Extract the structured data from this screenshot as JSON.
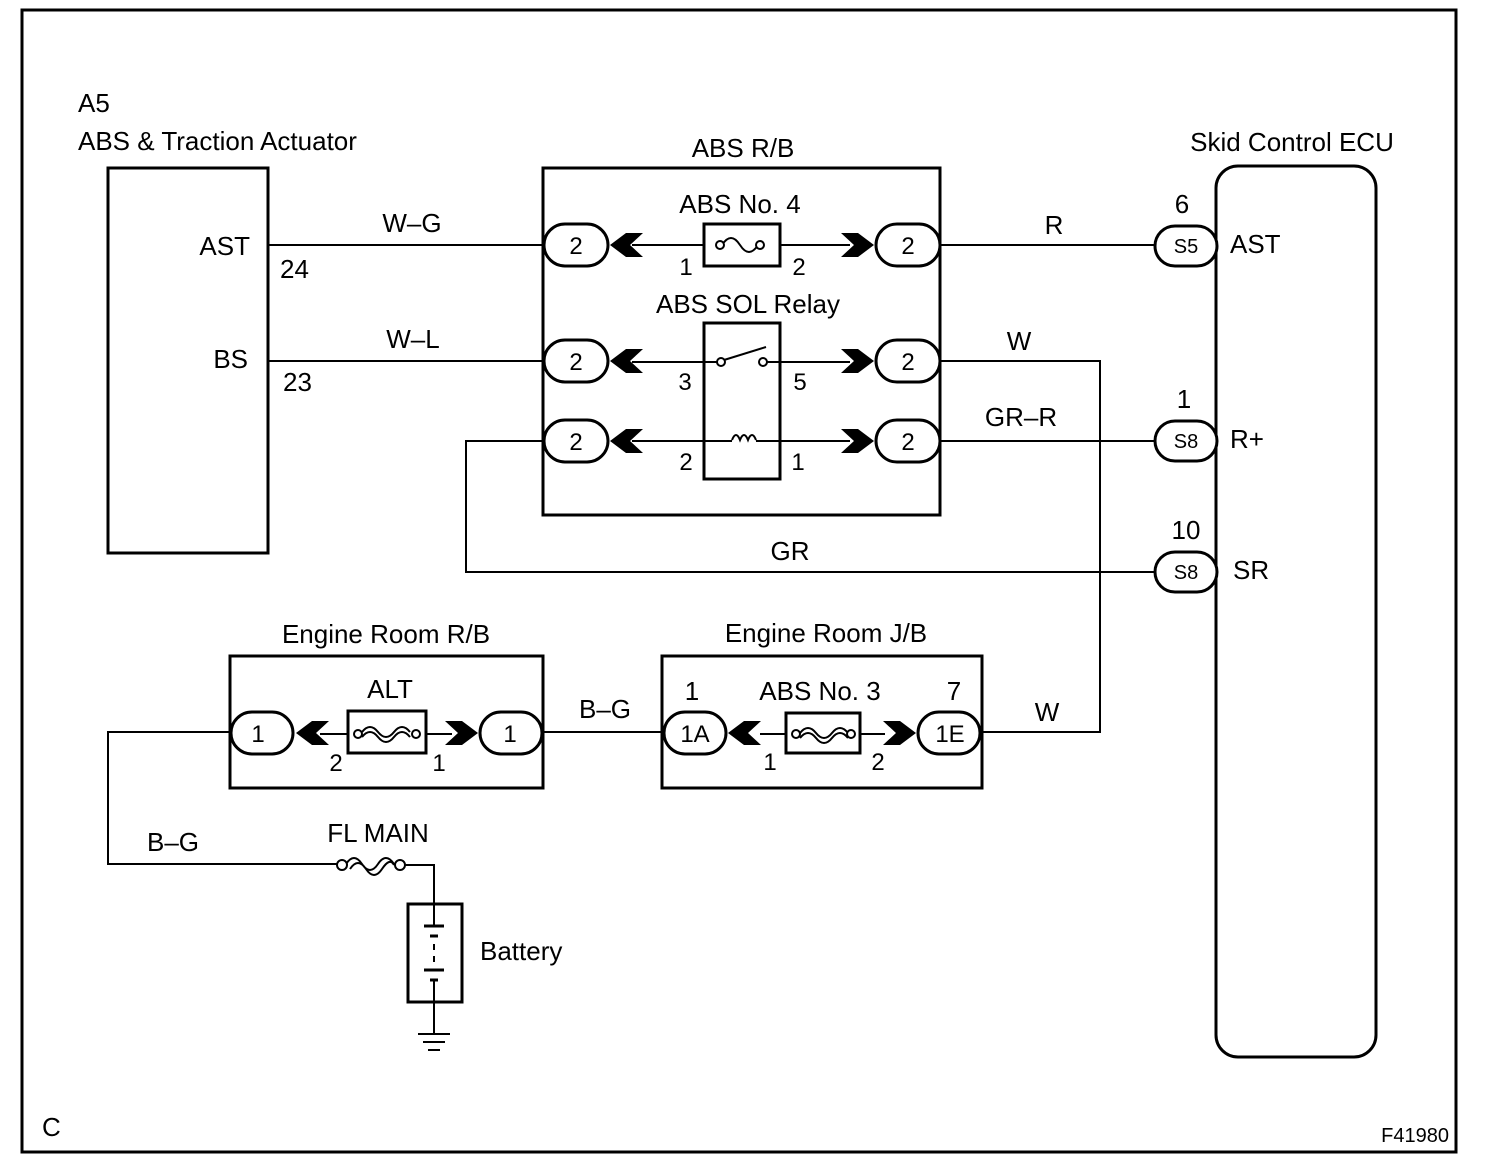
{
  "corner_left": "C",
  "figure_id": "F41980",
  "actuator": {
    "code": "A5",
    "name": "ABS & Traction Actuator",
    "pin_ast": "AST",
    "pin_ast_no": "24",
    "pin_bs": "BS",
    "pin_bs_no": "23"
  },
  "abs_rb": {
    "title": "ABS R/B",
    "fuse_name": "ABS No. 4",
    "relay_name": "ABS SOL Relay",
    "connector_label": "2",
    "fuse_pin_in": "1",
    "fuse_pin_out": "2",
    "switch_pin_in": "3",
    "switch_pin_out": "5",
    "coil_pin_in": "2",
    "coil_pin_out": "1"
  },
  "ecu": {
    "title": "Skid Control ECU",
    "ast_pin_no": "6",
    "ast_conn": "S5",
    "ast_label": "AST",
    "rplus_pin_no": "1",
    "rplus_conn": "S8",
    "rplus_label": "R+",
    "sr_pin_no": "10",
    "sr_conn": "S8",
    "sr_label": "SR"
  },
  "wires": {
    "w_g": "W–G",
    "w_l": "W–L",
    "r": "R",
    "w_upper": "W",
    "gr_r": "GR–R",
    "gr": "GR",
    "b_g_mid": "B–G",
    "w_lower": "W",
    "b_g_low": "B–G"
  },
  "engine_rb": {
    "title": "Engine Room R/B",
    "fuse_name": "ALT",
    "left_conn": "1",
    "right_conn": "1",
    "pin_left": "2",
    "pin_right": "1"
  },
  "engine_jb": {
    "title": "Engine Room J/B",
    "fuse_name": "ABS No. 3",
    "left_conn": "1A",
    "right_conn": "1E",
    "left_pin_top": "1",
    "right_pin_top": "7",
    "pin_left": "1",
    "pin_right": "2"
  },
  "fl_main": "FL MAIN",
  "battery": "Battery"
}
